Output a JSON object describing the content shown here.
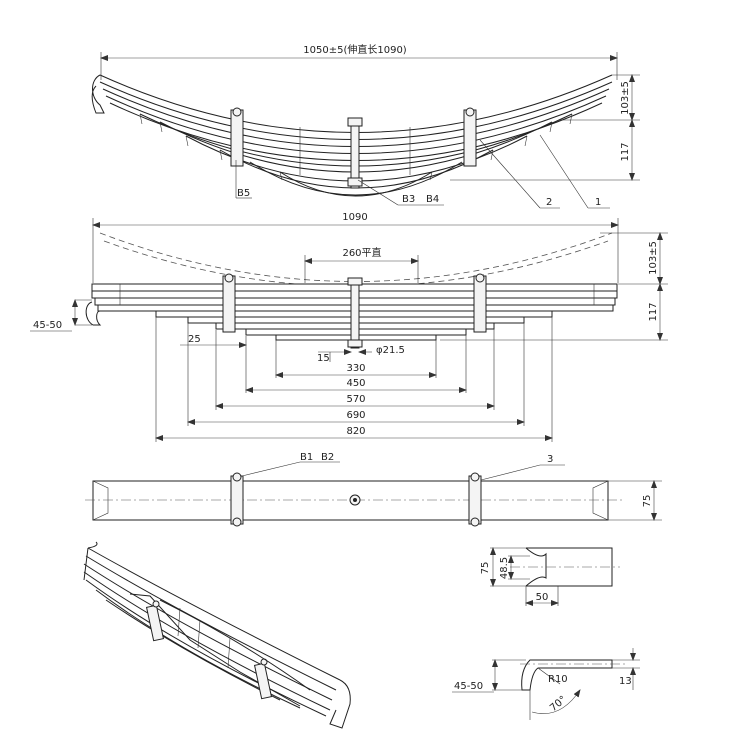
{
  "labels": {
    "overall_length": "1050±5(伸直长1090)",
    "top_arc_height": "103±5",
    "top_height": "117",
    "straight_length": "1090",
    "mid_arc_height": "103±5",
    "mid_height": "117",
    "flat_260": "260平直",
    "eye_angle": "45-50",
    "dim_25": "25",
    "dim_15": "15",
    "dim_dia": "φ21.5",
    "dim_330": "330",
    "dim_450": "450",
    "dim_570": "570",
    "dim_690": "690",
    "dim_820": "820",
    "width_75": "75",
    "det_75": "75",
    "det_48_5": "48.5",
    "det_50": "50",
    "det_45_50": "45-50",
    "det_R10": "R10",
    "det_70": "70°",
    "det_13": "13"
  },
  "callouts": {
    "b5": "B5",
    "b3": "B3",
    "b4": "B4",
    "c2": "2",
    "c1": "1",
    "b1": "B1",
    "b2": "B2",
    "c3": "3"
  }
}
